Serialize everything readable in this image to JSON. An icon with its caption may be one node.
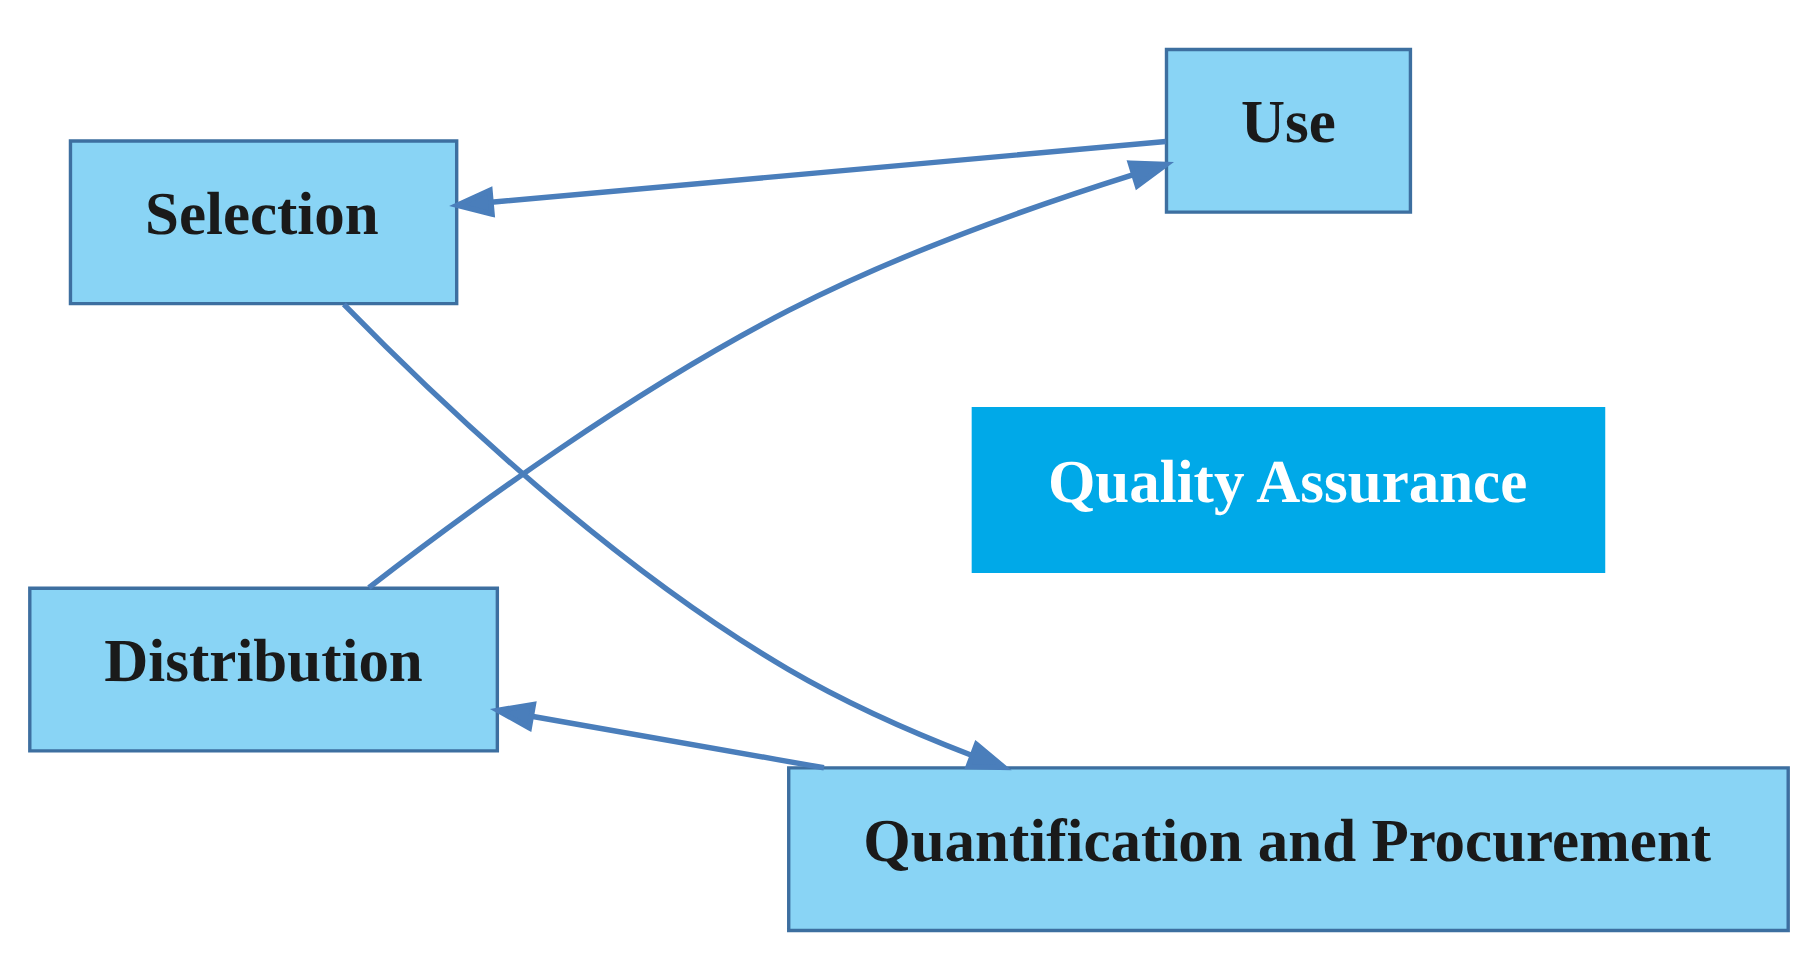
{
  "diagram": {
    "nodes": [
      {
        "text": [
          "Selection"
        ]
      },
      {
        "text": [
          "Quality Assurance"
        ]
      },
      {
        "text": [
          "Use"
        ]
      },
      {
        "text": [
          "Quantification and Procurement"
        ]
      },
      {
        "text": [
          "Distribution"
        ]
      }
    ],
    "edges": [
      {
        "from": 0,
        "to": 3,
        "arrow": "to"
      },
      {
        "from": 3,
        "to": 4,
        "arrow": "to"
      },
      {
        "from": 4,
        "to": 2,
        "arrow": "to"
      },
      {
        "from": 2,
        "to": 0,
        "arrow": "to"
      }
    ]
  }
}
